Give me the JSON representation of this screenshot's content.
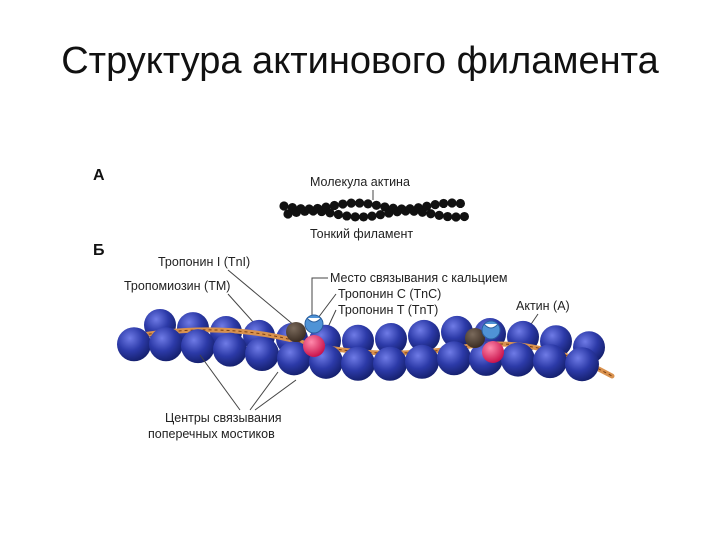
{
  "slide": {
    "title": "Структура актинового филамента"
  },
  "panel_a": {
    "marker": "А",
    "actin_molecule_label": "Молекула актина",
    "thin_filament_label": "Тонкий филамент"
  },
  "panel_b": {
    "marker": "Б",
    "troponin_i_label": "Тропонин I (TnI)",
    "tropomyosin_label": "Тропомиозин (TM)",
    "calcium_site_label": "Место связывания с кальцием",
    "troponin_c_label": "Тропонин C (TnC)",
    "troponin_t_label": "Тропонин T (TnT)",
    "actin_label": "Актин (А)",
    "binding_centers_line1": "Центры связывания",
    "binding_centers_line2": "поперечных мостиков"
  },
  "colors": {
    "actin_bead": "#2c3aa8",
    "tropomyosin": "#d9924f",
    "troponin_i": "#4a3b30",
    "troponin_c": "#4f93d6",
    "troponin_t": "#e0245e",
    "small_filament": "#111111"
  }
}
